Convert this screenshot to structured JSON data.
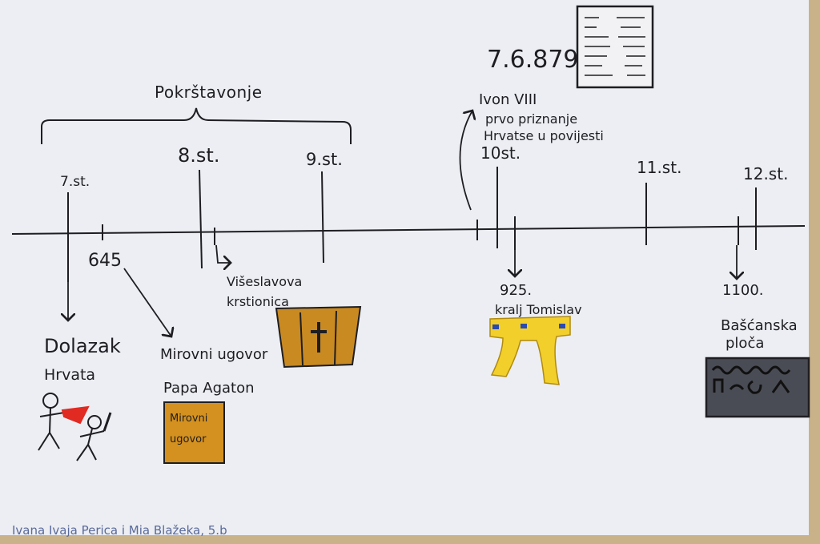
{
  "title": {
    "label": "Pokrštavonje"
  },
  "centuries": [
    "7.st.",
    "8.st.",
    "9.st.",
    "10st.",
    "11.st.",
    "12.st."
  ],
  "events": {
    "e645": {
      "year": "645",
      "line1": "Mirovni ugovor",
      "line2": "Papa Agaton",
      "doc_line1": "Mirovni",
      "doc_line2": "ugovor"
    },
    "arrival": {
      "line1": "Dolazak",
      "line2": "Hrvata"
    },
    "font": {
      "line1": "Višeslavova",
      "line2": "krstionica"
    },
    "e879": {
      "date": "7.6.879",
      "line1": "Ivon VIII",
      "line2": "prvo priznanje",
      "line3": "Hrvatse u povijesti"
    },
    "e925": {
      "year": "925.",
      "label": "kralj Tomislav"
    },
    "e1100": {
      "year": "1100.",
      "line1": "Bašćanska",
      "line2": "ploča"
    }
  },
  "signature": "Ivana Ivaja Perica i Mia Blažeka, 5.b",
  "colors": {
    "paper": "#eceef3",
    "ink": "#1e1e22",
    "crown": "#f2cf2a",
    "font_wood": "#c98a22",
    "tablet": "#4a4c55",
    "signature": "#5a6a9a"
  }
}
